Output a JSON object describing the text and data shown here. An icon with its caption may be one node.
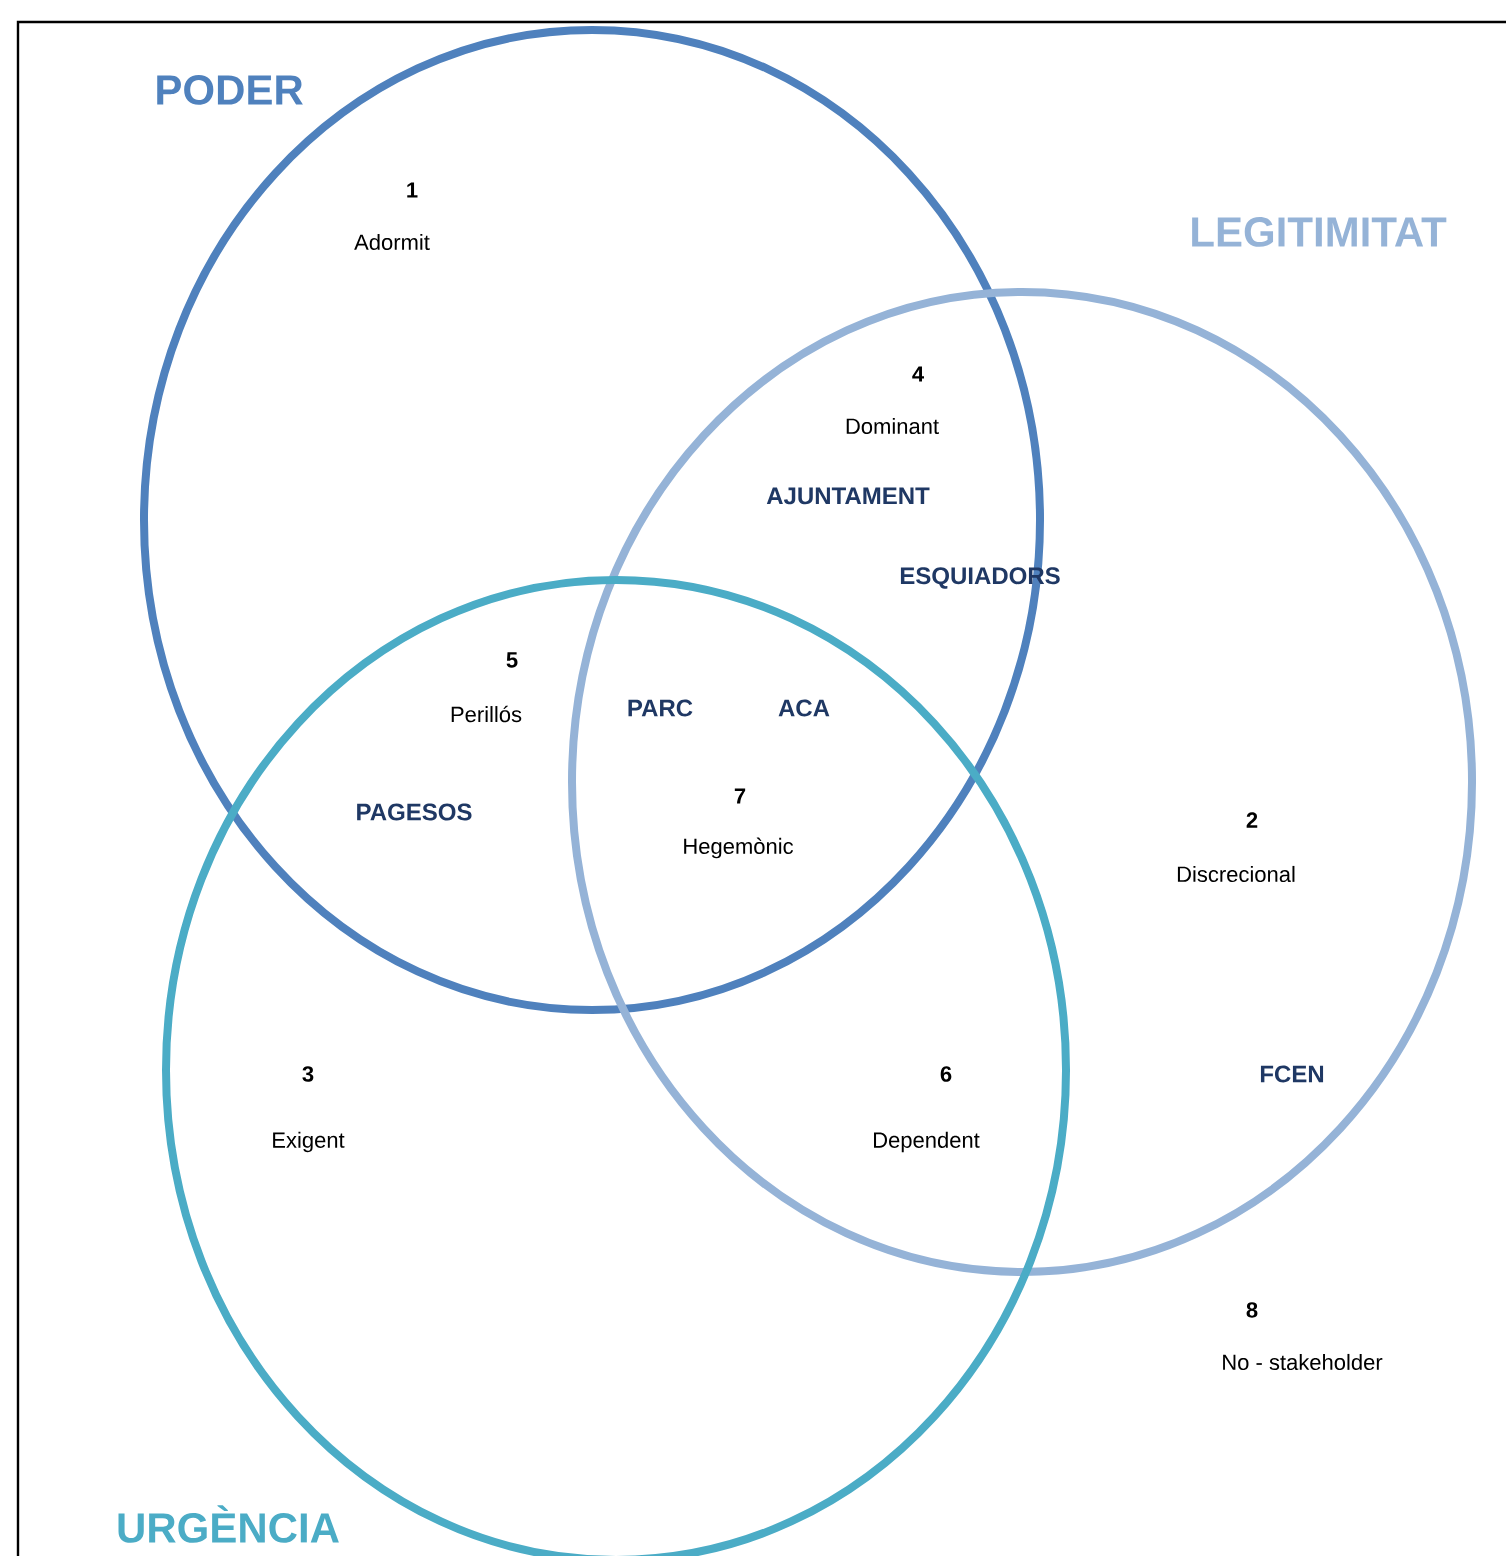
{
  "diagram": {
    "nodes": [
      {
        "text": [
          "PODER"
        ]
      },
      {
        "text": [
          "LEGITIMITAT"
        ]
      },
      {
        "text": [
          "URGÈNCIA"
        ]
      }
    ],
    "labels": [
      "1",
      "Adormit",
      "4",
      "Dominant",
      "AJUNTAMENT",
      "ESQUIADORS",
      "5",
      "Perillós",
      "PARC",
      "ACA",
      "7",
      "Hegemònic",
      "PAGESOS",
      "2",
      "Discrecional",
      "3",
      "Exigent",
      "6",
      "Dependent",
      "FCEN",
      "8",
      "No - stakeholder"
    ]
  }
}
